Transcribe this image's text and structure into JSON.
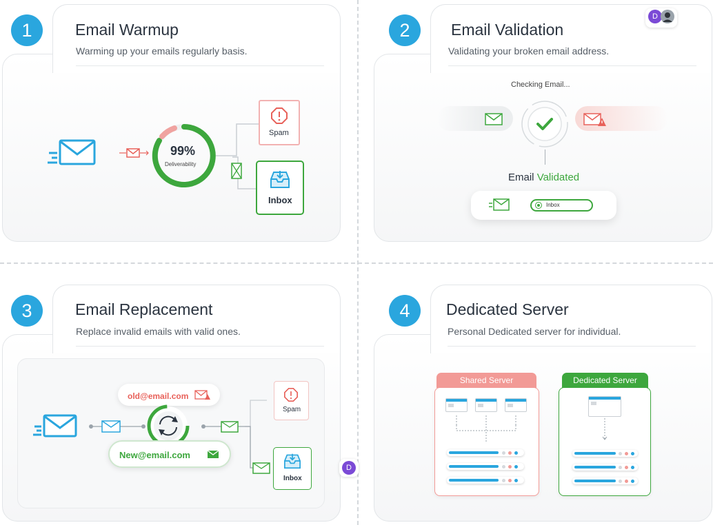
{
  "cards": [
    {
      "number": "1",
      "title": "Email Warmup",
      "subtitle": "Warming up your emails regularly basis.",
      "percent": "99%",
      "percent_label": "Deliverability",
      "spam_label": "Spam",
      "inbox_label": "Inbox"
    },
    {
      "number": "2",
      "title": "Email Validation",
      "subtitle": "Validating your broken email address.",
      "checking_text": "Checking Email...",
      "validated_prefix": "Email",
      "validated_word": "Validated",
      "inbox_pill": "Inbox",
      "avatar_letter": "D"
    },
    {
      "number": "3",
      "title": "Email Replacement",
      "subtitle": "Replace invalid emails with valid ones.",
      "old_email": "old@email.com",
      "new_email": "New@email.com",
      "spam_label": "Spam",
      "inbox_label": "Inbox",
      "avatar_letter": "D"
    },
    {
      "number": "4",
      "title": "Dedicated Server",
      "subtitle": "Personal Dedicated server for individual.",
      "shared_label": "Shared Server",
      "dedicated_label": "Dedicated Server"
    }
  ],
  "colors": {
    "accent_blue": "#2aa6de",
    "success_green": "#3da73d",
    "danger_red": "#e8615a",
    "shared_header": "#f29a96",
    "dedicated_header": "#3da73d",
    "avatar_purple": "#7b4ad6"
  },
  "icons": [
    "envelope-icon",
    "alert-octagon-icon",
    "inbox-tray-icon",
    "check-icon",
    "refresh-icon",
    "browser-window-icon",
    "server-bar-icon"
  ]
}
